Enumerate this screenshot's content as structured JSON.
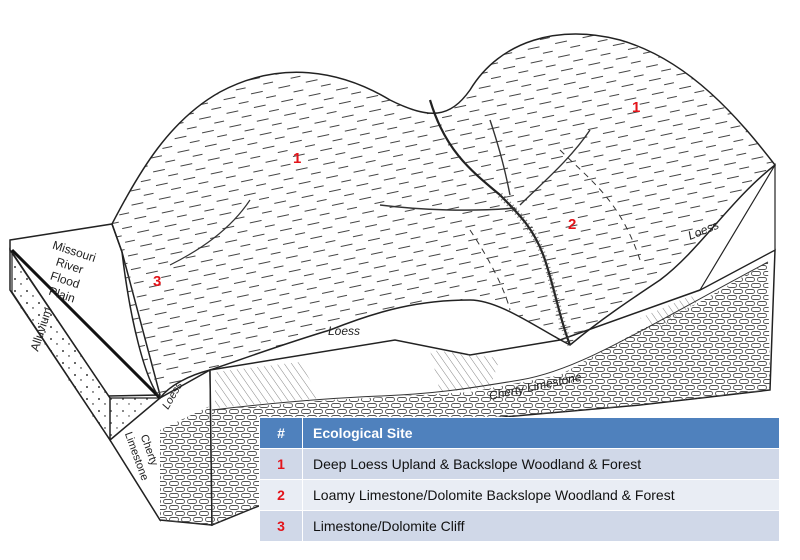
{
  "diagram": {
    "labels": {
      "floodplain": [
        "Missouri",
        "River",
        "Flood",
        "Plain"
      ],
      "alluvium": "Alluvium",
      "loess_center": "Loess",
      "loess_right": "Loess",
      "loess_left": "Loess",
      "cherty_limestone_front": "Cherty Limestone",
      "cherty_limestone_left": [
        "Cherty",
        "Limestone"
      ]
    },
    "site_markers": {
      "upland_left": "1",
      "upland_right": "1",
      "backslope": "2",
      "cliff": "3"
    },
    "colors": {
      "site_number": "#e3141a",
      "header": "#4f81bd",
      "row_dark": "#d0d8e8",
      "row_light": "#e9edf4"
    }
  },
  "legend": {
    "headers": {
      "number": "#",
      "site": "Ecological Site"
    },
    "rows": [
      {
        "number": "1",
        "site": "Deep Loess Upland & Backslope Woodland & Forest"
      },
      {
        "number": "2",
        "site": "Loamy Limestone/Dolomite Backslope Woodland & Forest"
      },
      {
        "number": "3",
        "site": "Limestone/Dolomite Cliff"
      }
    ]
  }
}
